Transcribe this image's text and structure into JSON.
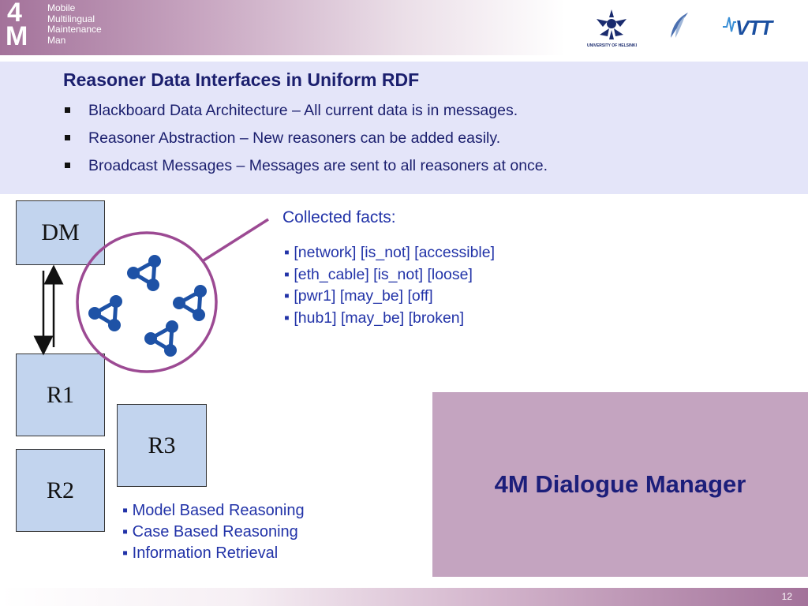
{
  "header": {
    "logo_text_lines": [
      "Mobile",
      "Multilingual",
      "Maintenance",
      "Man"
    ],
    "partners": {
      "helsinki_label": "UNIVERSITY OF HELSINKI",
      "vtt_label": "VTT"
    }
  },
  "slide": {
    "title": "Reasoner Data Interfaces in Uniform RDF",
    "bullets": [
      "Blackboard Data Architecture – All current data is in messages.",
      "Reasoner Abstraction – New reasoners can be added easily.",
      "Broadcast Messages – Messages are sent to all reasoners at once."
    ]
  },
  "boxes": {
    "dm": "DM",
    "r1": "R1",
    "r2": "R2",
    "r3": "R3"
  },
  "facts": {
    "heading": "Collected facts:",
    "items": [
      "▪ [network] [is_not] [accessible]",
      "▪ [eth_cable] [is_not] [loose]",
      "▪ [pwr1] [may_be] [off]",
      "▪ [hub1] [may_be] [broken]"
    ]
  },
  "reasoning_types": [
    "▪ Model Based Reasoning",
    "▪ Case Based Reasoning",
    "▪ Information Retrieval"
  ],
  "dialogue_manager": "4M Dialogue Manager",
  "page_number": "12",
  "colors": {
    "title_text": "#1b1f6e",
    "band": "#e4e5f9",
    "box_fill": "#c2d4ee",
    "accent_purple": "#9c4a93",
    "dm_panel": "#c4a4c0",
    "fact_text": "#2233a8",
    "molecule": "#1e52a6"
  }
}
